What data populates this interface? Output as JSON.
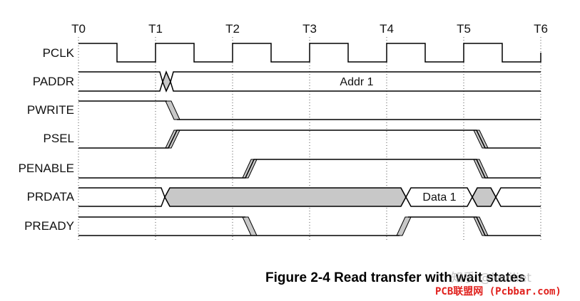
{
  "diagram": {
    "time_markers": [
      "T0",
      "T1",
      "T2",
      "T3",
      "T4",
      "T5",
      "T6"
    ],
    "signals": [
      {
        "id": "pclk",
        "label": "PCLK"
      },
      {
        "id": "paddr",
        "label": "PADDR"
      },
      {
        "id": "pwrite",
        "label": "PWRITE"
      },
      {
        "id": "psel",
        "label": "PSEL"
      },
      {
        "id": "penable",
        "label": "PENABLE"
      },
      {
        "id": "prdata",
        "label": "PRDATA"
      },
      {
        "id": "pready",
        "label": "PREADY"
      }
    ],
    "bus_labels": {
      "paddr": "Addr 1",
      "prdata": "Data 1"
    },
    "colors": {
      "line": "#000000",
      "shade": "#c8c8c8",
      "grid": "#555555"
    }
  },
  "caption": "Figure 2-4 Read transfer with wait states",
  "watermark": {
    "cn": "知乎 @leviliet",
    "site": "PCB联盟网 (Pcbbar.com)"
  }
}
